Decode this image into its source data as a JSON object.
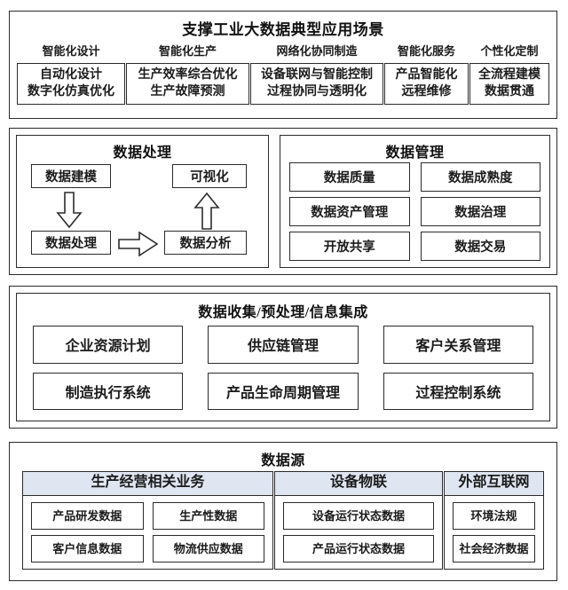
{
  "apps": {
    "title": "支撑工业大数据典型应用场景",
    "columns": [
      {
        "head": "智能化设计",
        "lines": [
          "自动化设计",
          "数字化仿真优化"
        ]
      },
      {
        "head": "智能化生产",
        "lines": [
          "生产效率综合优化",
          "生产故障预测"
        ]
      },
      {
        "head": "网络化协同制造",
        "lines": [
          "设备联网与智能控制",
          "过程协同与透明化"
        ]
      },
      {
        "head": "智能化服务",
        "lines": [
          "产品智能化",
          "远程维修"
        ]
      },
      {
        "head": "个性化定制",
        "lines": [
          "全流程建模",
          "数据贯通"
        ]
      }
    ]
  },
  "processing": {
    "title": "数据处理",
    "nodes": {
      "modeling": "数据建模",
      "processing": "数据处理",
      "visualization": "可视化",
      "analysis": "数据分析"
    },
    "arrows": [
      "arrow-down",
      "arrow-right",
      "arrow-up"
    ]
  },
  "management": {
    "title": "数据管理",
    "cells": [
      "数据质量",
      "数据成熟度",
      "数据资产管理",
      "数据治理",
      "开放共享",
      "数据交易"
    ]
  },
  "collection": {
    "title": "数据收集/预处理/信息集成",
    "cells": [
      "企业资源计划",
      "供应链管理",
      "客户关系管理",
      "制造执行系统",
      "产品生命周期管理",
      "过程控制系统"
    ]
  },
  "sources": {
    "title": "数据源",
    "columns": [
      {
        "head": "生产经营相关业务",
        "items": [
          "产品研发数据",
          "生产性数据",
          "客户信息数据",
          "物流供应数据"
        ]
      },
      {
        "head": "设备物联",
        "items": [
          "设备运行状态数据",
          "产品运行状态数据"
        ]
      },
      {
        "head": "外部互联网",
        "items": [
          "环境法规",
          "社会经济数据"
        ]
      }
    ]
  },
  "colors": {
    "border": "#2b2b2b",
    "source_header_fill": "#dfe5f1",
    "background": "#ffffff",
    "text": "#1b1b1b"
  }
}
